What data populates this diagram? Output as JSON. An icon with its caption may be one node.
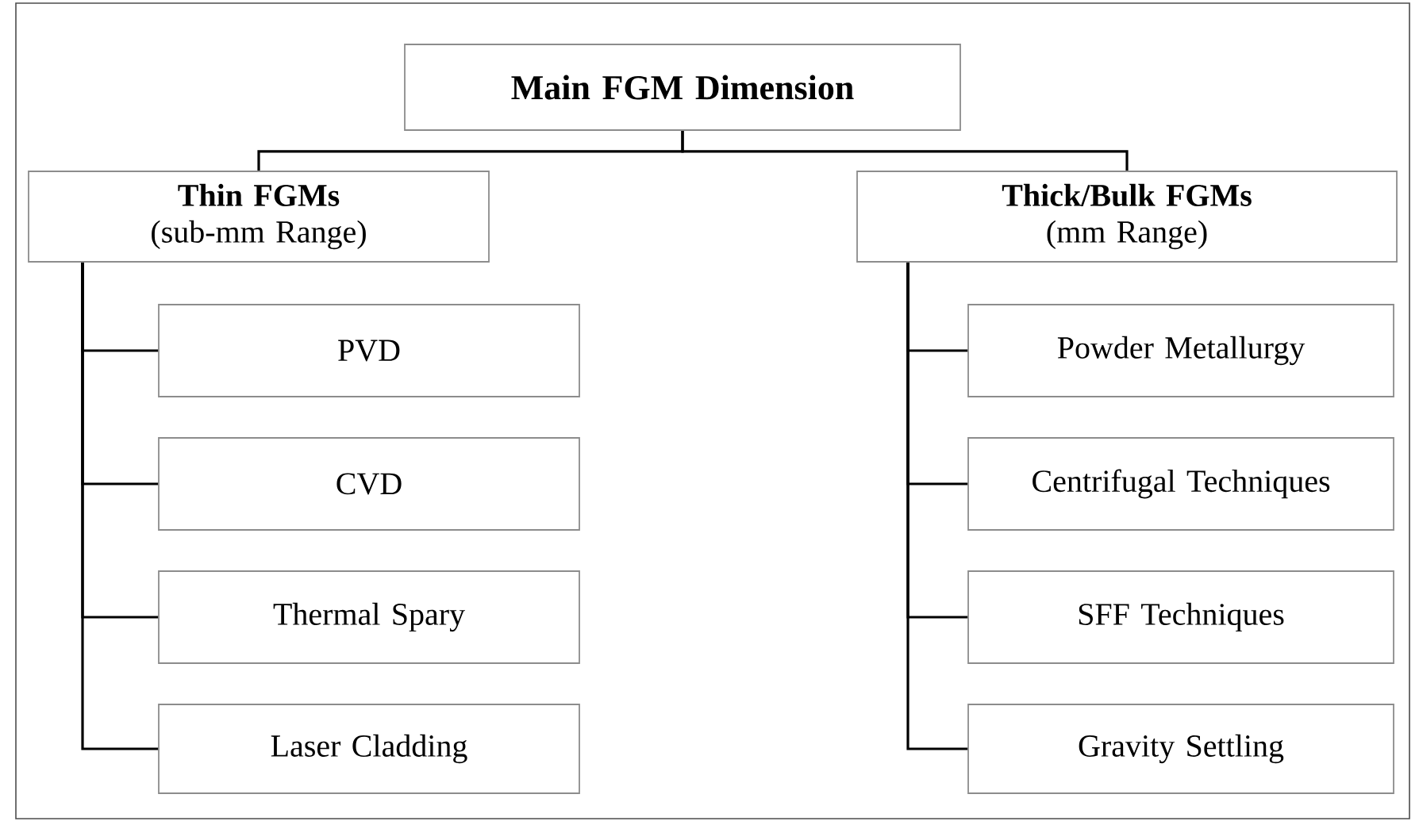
{
  "diagram": {
    "nodes": [
      {
        "text": [
          "Main FGM Dimension"
        ]
      },
      {
        "text": [
          "Thin FGMs",
          "(sub-mm Range)"
        ]
      },
      {
        "text": [
          "PVD"
        ]
      },
      {
        "text": [
          "CVD"
        ]
      },
      {
        "text": [
          "Thermal Spary"
        ]
      },
      {
        "text": [
          "Laser Cladding"
        ]
      },
      {
        "text": [
          "Thick/Bulk FGMs",
          "(mm Range)"
        ]
      },
      {
        "text": [
          "Powder Metallurgy"
        ]
      },
      {
        "text": [
          "Centrifugal Techniques"
        ]
      },
      {
        "text": [
          "SFF Techniques"
        ]
      },
      {
        "text": [
          "Gravity Settling"
        ]
      }
    ],
    "edges": [
      {
        "from": 0,
        "to": 1,
        "arrow": "none"
      },
      {
        "from": 0,
        "to": 6,
        "arrow": "none"
      },
      {
        "from": 1,
        "to": 2,
        "arrow": "none"
      },
      {
        "from": 1,
        "to": 3,
        "arrow": "none"
      },
      {
        "from": 1,
        "to": 4,
        "arrow": "none"
      },
      {
        "from": 1,
        "to": 5,
        "arrow": "none"
      },
      {
        "from": 6,
        "to": 7,
        "arrow": "none"
      },
      {
        "from": 6,
        "to": 8,
        "arrow": "none"
      },
      {
        "from": 6,
        "to": 9,
        "arrow": "none"
      },
      {
        "from": 6,
        "to": 10,
        "arrow": "none"
      }
    ]
  }
}
